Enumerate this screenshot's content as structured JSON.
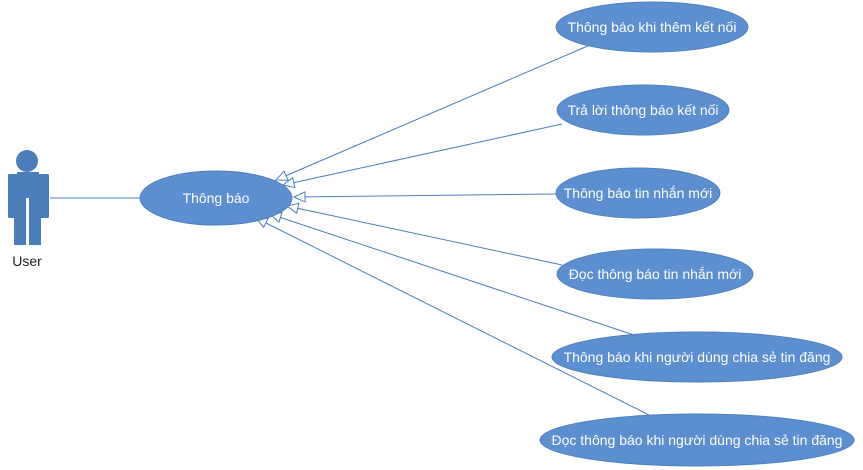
{
  "diagram": {
    "actor": {
      "label": "User",
      "icon": "person-icon"
    },
    "main_use_case": {
      "label": "Thông báo"
    },
    "extensions": [
      {
        "label": "Thông báo khi thêm kết nối"
      },
      {
        "label": "Trả lời thông báo kết nối"
      },
      {
        "label": "Thông báo tin nhắn mới"
      },
      {
        "label": "Đọc thông báo tin nhắn mới"
      },
      {
        "label": "Thông báo khi người dùng chia sẻ tin đăng"
      },
      {
        "label": "Đọc thông báo khi người dùng chia sẻ tin đăng"
      }
    ],
    "colors": {
      "use_case_fill": "#5b8fcf",
      "use_case_stroke": "#4f81bd",
      "actor_fill": "#4a7ebb",
      "line": "#4a7ebb",
      "text": "#ffffff"
    }
  }
}
